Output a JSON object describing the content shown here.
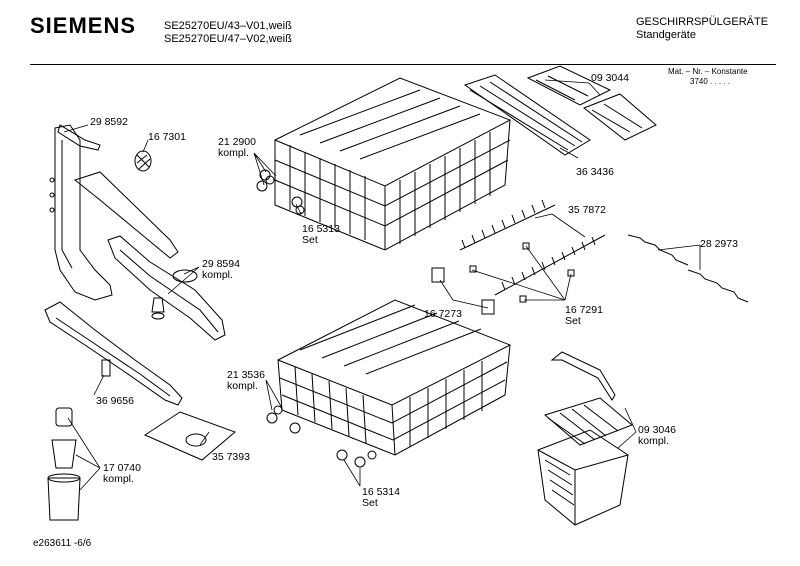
{
  "header": {
    "brand": "SIEMENS",
    "models": [
      "SE25270EU/43–V01,weiß",
      "SE25270EU/47–V02,weiß"
    ],
    "category": "GESCHIRRSPÜLGERÄTE",
    "subcategory": "Standgeräte",
    "mat_nr_label": "Mat. – Nr. – Konstante",
    "mat_nr_value": "3740 . . . . ."
  },
  "parts": [
    {
      "number": "29 8592",
      "note": ""
    },
    {
      "number": "16 7301",
      "note": ""
    },
    {
      "number": "21 2900",
      "note": "kompl."
    },
    {
      "number": "16 5313",
      "note": "Set"
    },
    {
      "number": "09 3044",
      "note": ""
    },
    {
      "number": "36 3436",
      "note": ""
    },
    {
      "number": "35 7872",
      "note": ""
    },
    {
      "number": "28 2973",
      "note": ""
    },
    {
      "number": "29 8594",
      "note": "kompl."
    },
    {
      "number": "16 7273",
      "note": ""
    },
    {
      "number": "16 7291",
      "note": "Set"
    },
    {
      "number": "21 3536",
      "note": "kompl."
    },
    {
      "number": "36 9656",
      "note": ""
    },
    {
      "number": "35 7393",
      "note": ""
    },
    {
      "number": "09 3046",
      "note": "kompl."
    },
    {
      "number": "17 0740",
      "note": "kompl."
    },
    {
      "number": "16 5314",
      "note": "Set"
    }
  ],
  "footer": {
    "doc_id": "e263611 -6/6"
  }
}
